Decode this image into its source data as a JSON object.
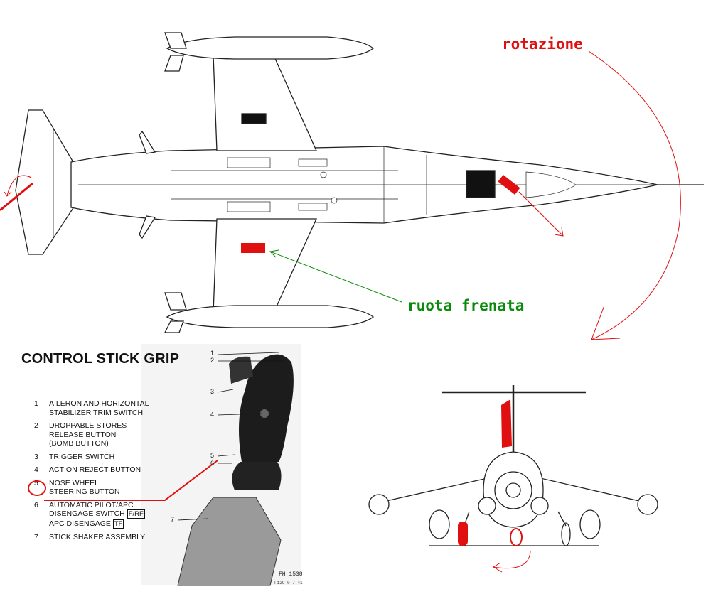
{
  "annotations": {
    "rotation": "rotazione",
    "braked_wheel": "ruota frenata"
  },
  "control_stick": {
    "title": "CONTROL STICK GRIP",
    "items": [
      {
        "num": "1",
        "lines": [
          "AILERON AND HORIZONTAL",
          "STABILIZER TRIM SWITCH"
        ]
      },
      {
        "num": "2",
        "lines": [
          "DROPPABLE STORES",
          "RELEASE BUTTON",
          "(BOMB BUTTON)"
        ]
      },
      {
        "num": "3",
        "lines": [
          "TRIGGER SWITCH"
        ]
      },
      {
        "num": "4",
        "lines": [
          "ACTION REJECT BUTTON"
        ]
      },
      {
        "num": "5",
        "lines": [
          "NOSE WHEEL",
          "STEERING BUTTON"
        ]
      },
      {
        "num": "6",
        "lines": [
          "AUTOMATIC PILOT/APC",
          "DISENGAGE SWITCH",
          "APC DISENGAGE"
        ],
        "boxes": [
          "F/RF",
          "TF"
        ]
      },
      {
        "num": "7",
        "lines": [
          "STICK SHAKER ASSEMBLY"
        ]
      }
    ],
    "callouts": [
      "1",
      "2",
      "3",
      "4",
      "5",
      "6",
      "7"
    ],
    "ref_code": "FH 1538",
    "ref_sub": "F129-0-7-41"
  },
  "colors": {
    "highlight": "#e01010",
    "note": "#0a8a0a",
    "line": "#222222"
  }
}
